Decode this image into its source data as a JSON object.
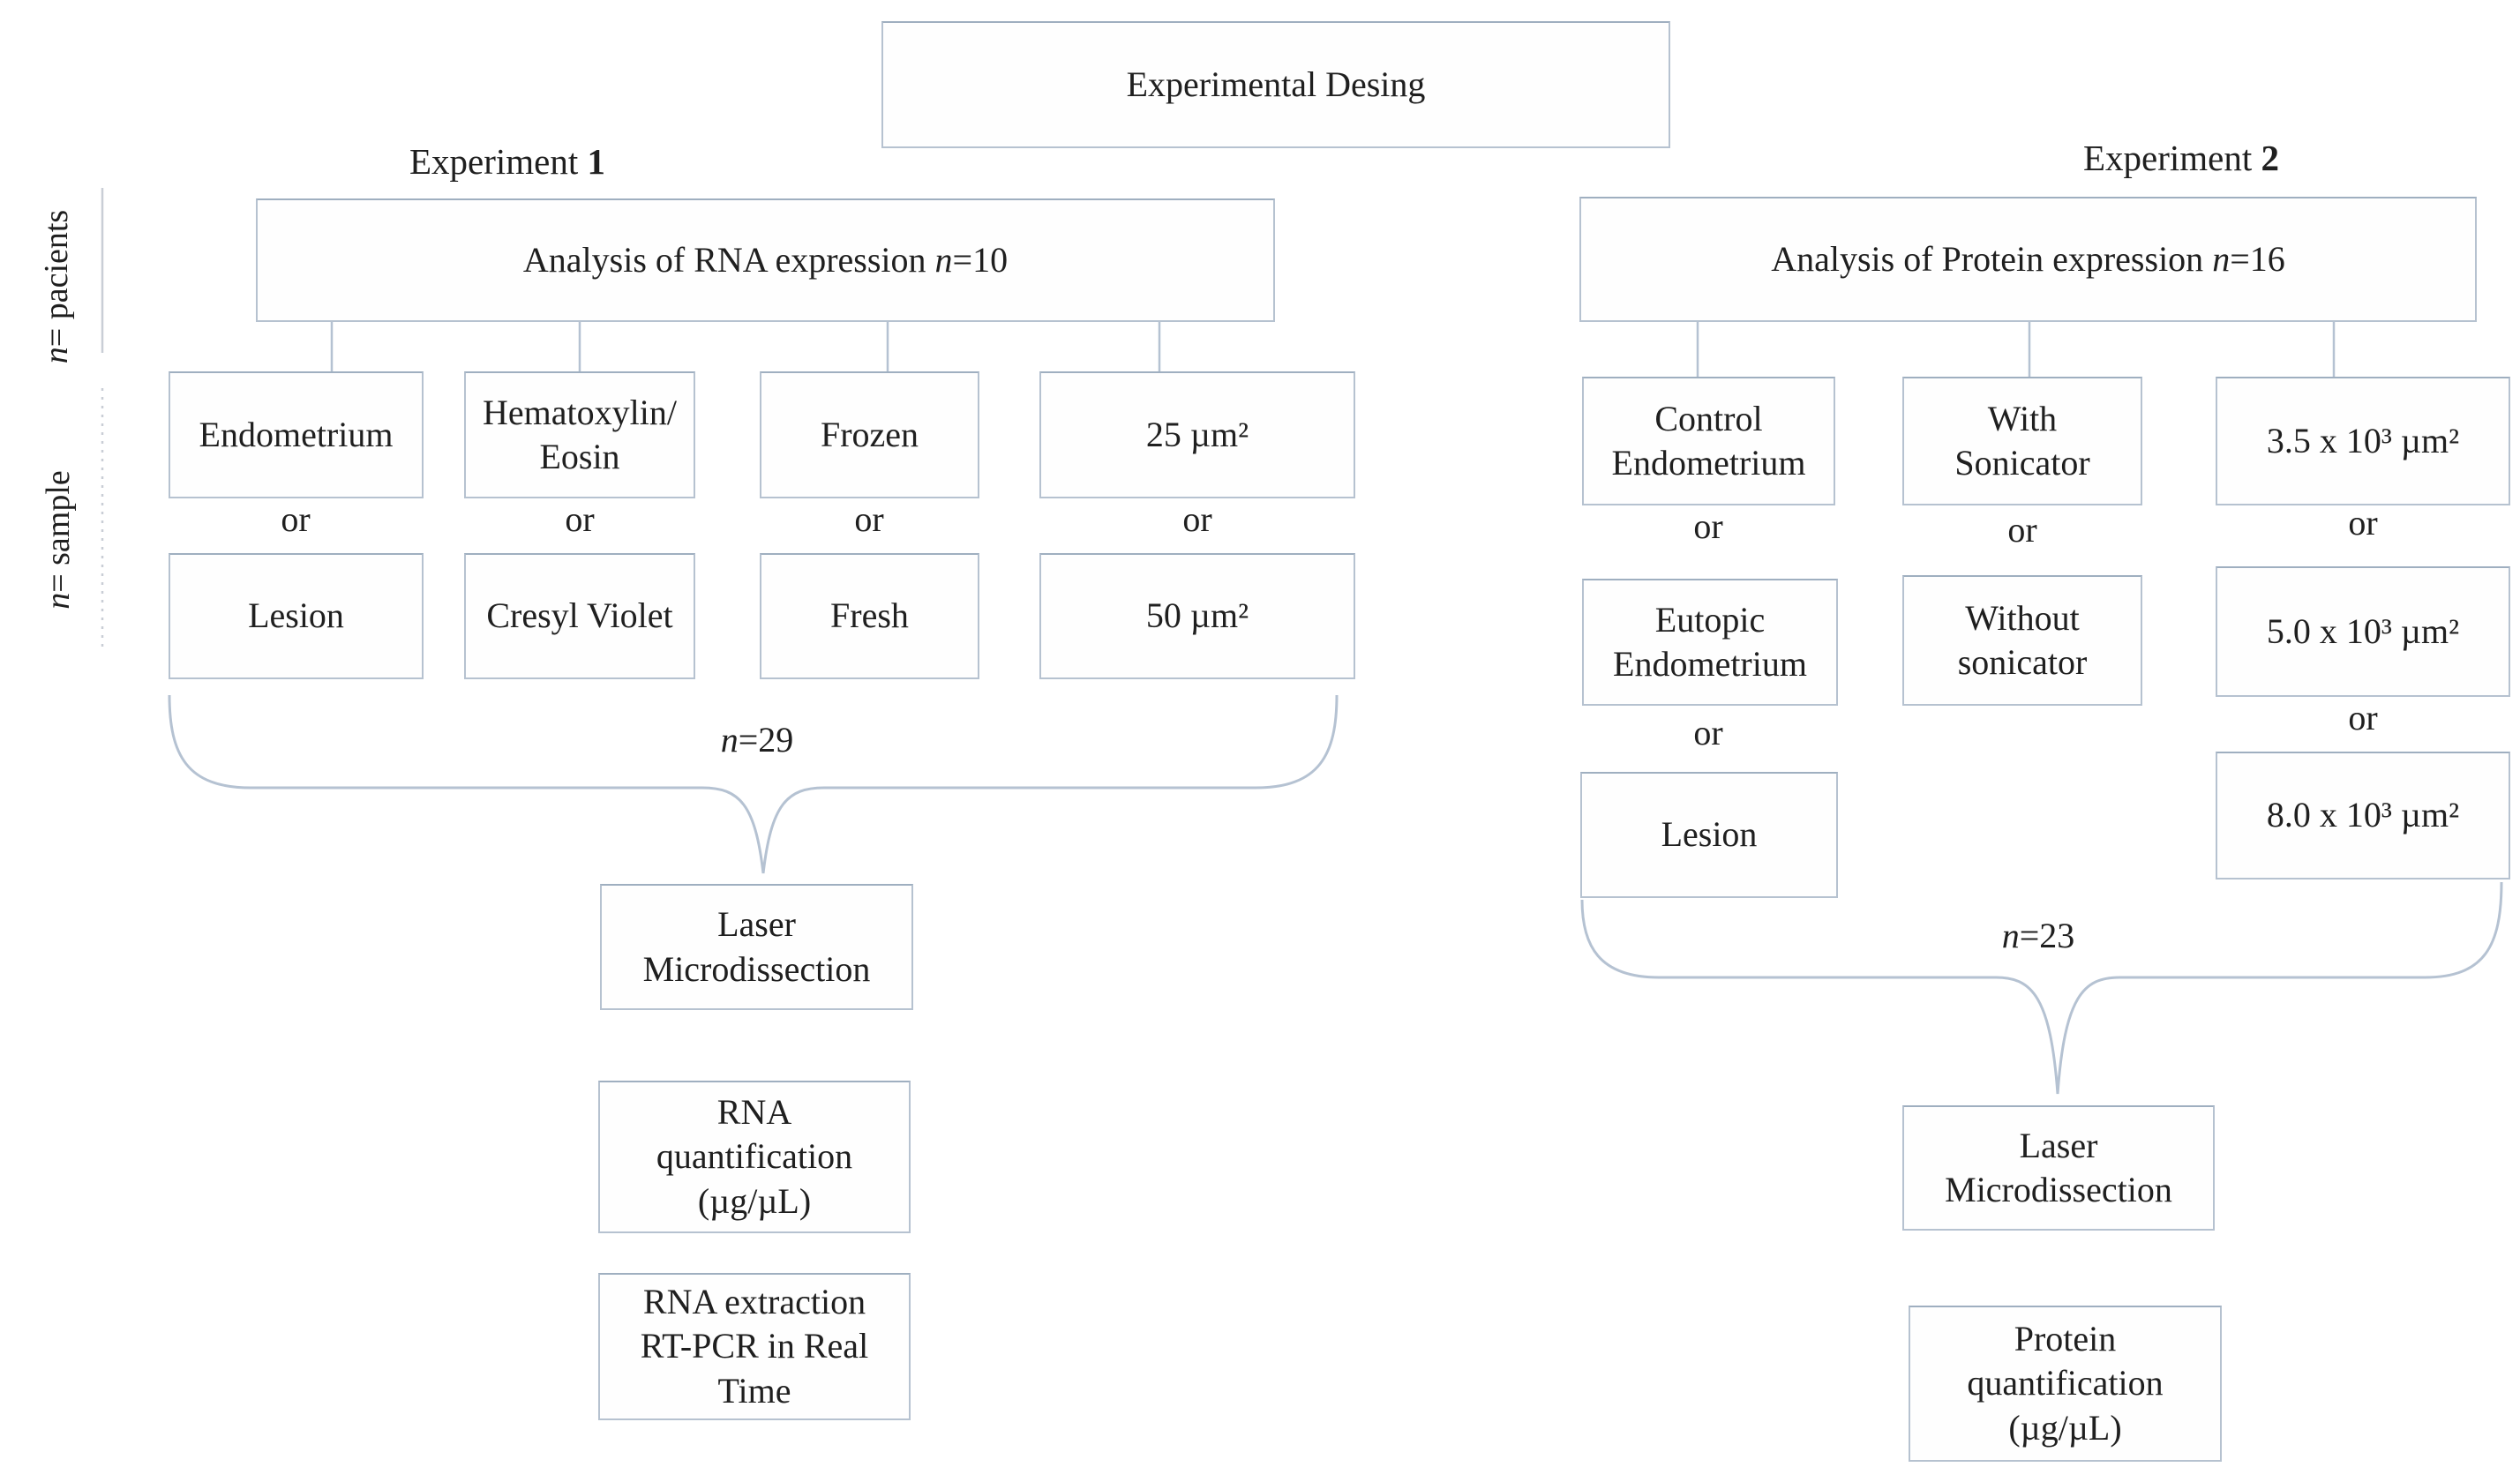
{
  "title": "Experimental Desing",
  "or_label": "or",
  "side_labels": {
    "patients": "n= pacients",
    "samples": "n= sample"
  },
  "experiment1": {
    "name": "Experiment",
    "number": "1",
    "header": {
      "text": "Analysis of RNA expression",
      "n": "n=10"
    },
    "row1": [
      [
        "Endometrium"
      ],
      [
        "Hematoxylin/",
        "Eosin"
      ],
      [
        "Frozen"
      ],
      [
        "25 µm²"
      ]
    ],
    "row2": [
      [
        "Lesion"
      ],
      [
        "Cresyl Violet"
      ],
      [
        "Fresh"
      ],
      [
        "50 µm²"
      ]
    ],
    "total_n": "n=29",
    "steps": [
      [
        "Laser",
        "Microdissection"
      ],
      [
        "RNA",
        "quantification",
        "(µg/µL)"
      ],
      [
        "RNA extraction",
        "RT-PCR in Real",
        "Time"
      ]
    ]
  },
  "experiment2": {
    "name": "Experiment",
    "number": "2",
    "header": {
      "text": "Analysis of Protein expression",
      "n": "n=16"
    },
    "col1": [
      [
        "Control",
        "Endometrium"
      ],
      [
        "Eutopic",
        "Endometrium"
      ],
      [
        "Lesion"
      ]
    ],
    "col2": [
      [
        "With",
        "Sonicator"
      ],
      [
        "Without",
        "sonicator"
      ]
    ],
    "col3": [
      [
        "3.5 x 10³ µm²"
      ],
      [
        "5.0 x 10³ µm²"
      ],
      [
        "8.0 x 10³ µm²"
      ]
    ],
    "total_n": "n=23",
    "steps": [
      [
        "Laser",
        "Microdissection"
      ],
      [
        "Protein",
        "quantification",
        "(µg/µL)"
      ]
    ]
  },
  "colors": {
    "box_border": "#b6c2d0",
    "brace": "#b5c2d2",
    "guide_line": "#c9ced6",
    "text": "#1f1f1f",
    "background": "#ffffff"
  }
}
